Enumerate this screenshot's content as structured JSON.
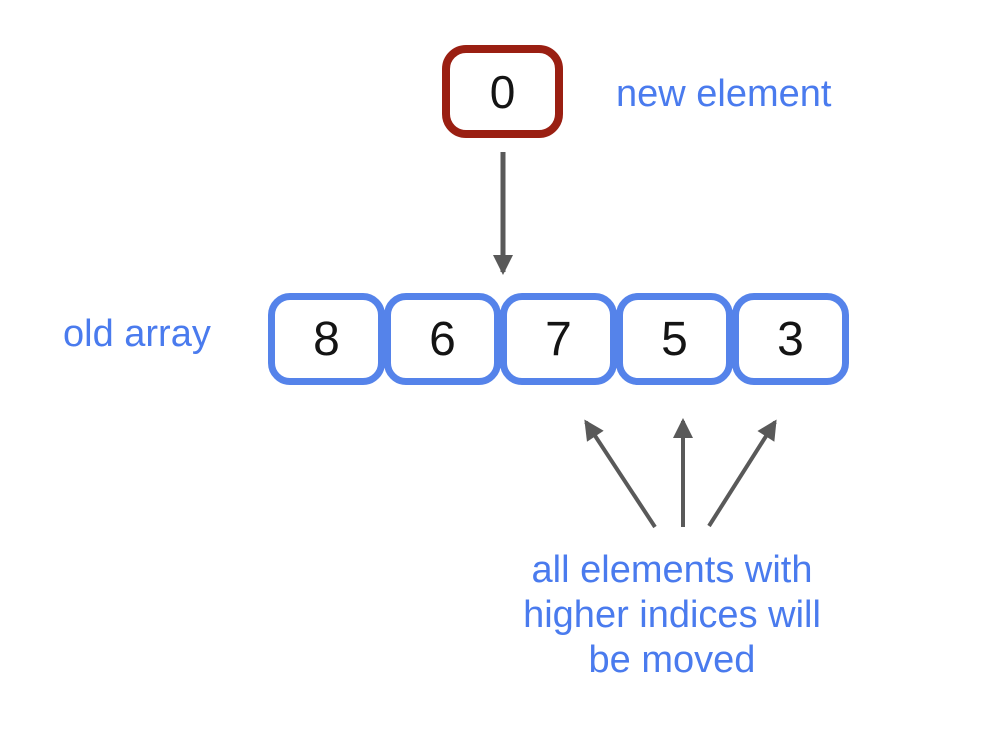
{
  "diagram": {
    "new_element": {
      "value": "0",
      "label": "new element"
    },
    "old_array": {
      "label": "old array",
      "cells": [
        "8",
        "6",
        "7",
        "5",
        "3"
      ]
    },
    "caption": {
      "lines": [
        "all elements with",
        "higher indices will",
        "be moved"
      ]
    },
    "icons": {
      "insert_arrow": "arrow-down",
      "moved_arrows": "arrow-up-fan"
    },
    "colors": {
      "new_element_border": "#9A1F12",
      "array_cell_border": "#5583EA",
      "label_text": "#4A7BEE",
      "arrow": "#595959",
      "number_text": "#141414",
      "background": "#FFFFFF"
    }
  }
}
